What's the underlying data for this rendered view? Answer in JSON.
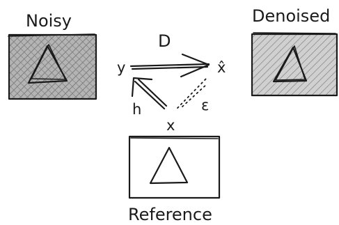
{
  "labels": {
    "noisy": "Noisy",
    "denoised": "Denoised",
    "reference": "Reference",
    "y": "y",
    "x_hat": "x̂",
    "x": "x",
    "D": "D",
    "h": "h",
    "epsilon": "ε"
  },
  "colors": {
    "ink": "#1a1a1a",
    "noisy_fill": "#a9a9a9",
    "denoised_fill": "#c9c9c9",
    "reference_fill": "#ffffff"
  }
}
